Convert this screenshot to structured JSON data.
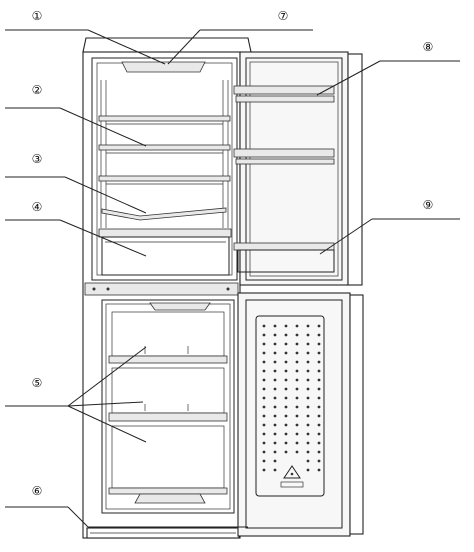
{
  "callouts": [
    {
      "id": "c1",
      "label": "①"
    },
    {
      "id": "c2",
      "label": "②"
    },
    {
      "id": "c3",
      "label": "③"
    },
    {
      "id": "c4",
      "label": "④"
    },
    {
      "id": "c5",
      "label": "⑤"
    },
    {
      "id": "c6",
      "label": "⑥"
    },
    {
      "id": "c7",
      "label": "⑦"
    },
    {
      "id": "c8",
      "label": "⑧"
    },
    {
      "id": "c9",
      "label": "⑨"
    }
  ],
  "colors": {
    "line": "#222222",
    "door_fill": "#f7f7f7",
    "shade": "#e9e9e9"
  },
  "icons": {
    "freezer_door_badge": "snowflake-icon"
  }
}
